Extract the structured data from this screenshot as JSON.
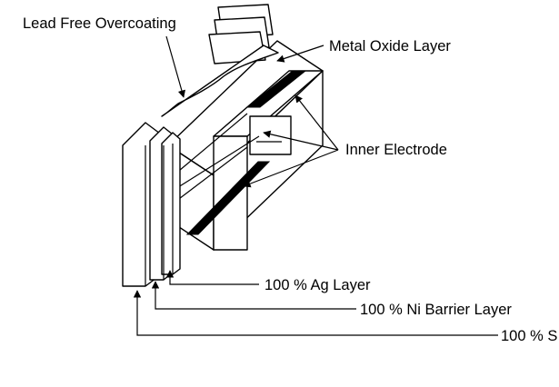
{
  "labels": {
    "overcoating": "Lead Free Overcoating",
    "metal_oxide": "Metal Oxide Layer",
    "inner_electrode": "Inner Electrode",
    "ag_layer": "100 % Ag Layer",
    "ni_layer": "100 % Ni Barrier Layer",
    "sn_layer": "100 % S"
  }
}
